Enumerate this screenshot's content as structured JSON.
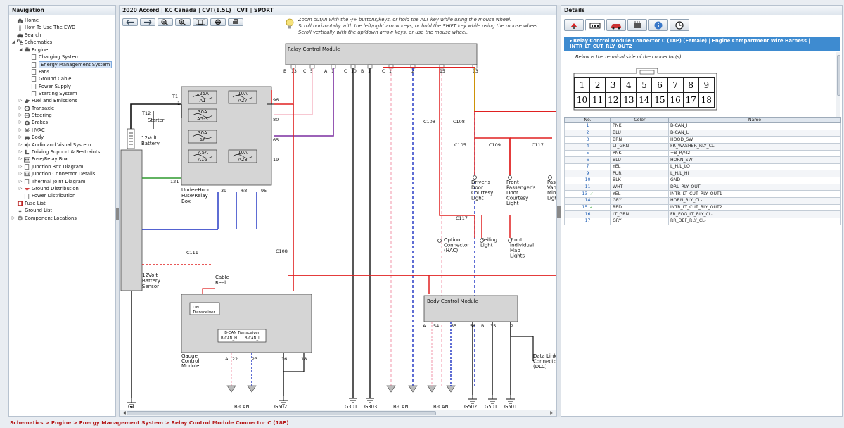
{
  "nav": {
    "title": "Navigation",
    "items": [
      {
        "label": "Home",
        "level": 0,
        "toggle": "",
        "icon": "home-icon"
      },
      {
        "label": "How To Use The EWD",
        "level": 0,
        "toggle": "",
        "icon": "info-icon"
      },
      {
        "label": "Search",
        "level": 0,
        "toggle": "",
        "icon": "binoculars-icon"
      },
      {
        "label": "Schematics",
        "level": 0,
        "toggle": "◢",
        "icon": "schematic-icon"
      },
      {
        "label": "Engine",
        "level": 1,
        "toggle": "◢",
        "icon": "engine-icon"
      },
      {
        "label": "Charging System",
        "level": 2,
        "toggle": "",
        "icon": "doc-icon"
      },
      {
        "label": "Energy Management System",
        "level": 2,
        "toggle": "",
        "icon": "doc-icon",
        "selected": true
      },
      {
        "label": "Fans",
        "level": 2,
        "toggle": "",
        "icon": "doc-icon"
      },
      {
        "label": "Ground Cable",
        "level": 2,
        "toggle": "",
        "icon": "doc-icon"
      },
      {
        "label": "Power Supply",
        "level": 2,
        "toggle": "",
        "icon": "doc-icon"
      },
      {
        "label": "Starting System",
        "level": 2,
        "toggle": "",
        "icon": "doc-icon"
      },
      {
        "label": "Fuel and Emissions",
        "level": 1,
        "toggle": "▷",
        "icon": "fuel-icon"
      },
      {
        "label": "Transaxle",
        "level": 1,
        "toggle": "▷",
        "icon": "gear-icon"
      },
      {
        "label": "Steering",
        "level": 1,
        "toggle": "▷",
        "icon": "steering-icon"
      },
      {
        "label": "Brakes",
        "level": 1,
        "toggle": "▷",
        "icon": "brake-icon"
      },
      {
        "label": "HVAC",
        "level": 1,
        "toggle": "▷",
        "icon": "hvac-icon"
      },
      {
        "label": "Body",
        "level": 1,
        "toggle": "▷",
        "icon": "car-icon"
      },
      {
        "label": "Audio and Visual System",
        "level": 1,
        "toggle": "▷",
        "icon": "audio-icon"
      },
      {
        "label": "Driving Support & Restraints",
        "level": 1,
        "toggle": "▷",
        "icon": "seat-icon"
      },
      {
        "label": "Fuse/Relay Box",
        "level": 1,
        "toggle": "▷",
        "icon": "fuse-box-icon"
      },
      {
        "label": "Junction Box Diagram",
        "level": 1,
        "toggle": "▷",
        "icon": "doc-icon"
      },
      {
        "label": "Junction Connector Details",
        "level": 1,
        "toggle": "▷",
        "icon": "connector-icon"
      },
      {
        "label": "Thermal Joint Diagram",
        "level": 1,
        "toggle": "▷",
        "icon": "doc-icon"
      },
      {
        "label": "Ground Distribution",
        "level": 1,
        "toggle": "▷",
        "icon": "ground-icon"
      },
      {
        "label": "Power Distribution",
        "level": 1,
        "toggle": "",
        "icon": "doc-icon"
      },
      {
        "label": "Fuse List",
        "level": 0,
        "toggle": "",
        "icon": "fuse-icon"
      },
      {
        "label": "Ground List",
        "level": 0,
        "toggle": "",
        "icon": "ground-icon"
      },
      {
        "label": "Component Locations",
        "level": 0,
        "toggle": "▷",
        "icon": "location-icon"
      }
    ]
  },
  "main": {
    "title": "2020 Accord | KC Canada | CVT(1.5L) | CVT | SPORT",
    "hint": [
      "Zoom out/in with the -/+ buttons/keys, or hold the ALT key while using the mouse wheel.",
      "Scroll horizontally with the left/right arrow keys, or hold the SHIFT key while using the mouse wheel.",
      "Scroll vertically with the up/down arrow keys, or use the mouse wheel."
    ],
    "toolbar": [
      "back-icon",
      "forward-icon",
      "zoom-out-icon",
      "zoom-in-icon",
      "fit-icon",
      "locate-icon",
      "print-icon"
    ]
  },
  "diagram": {
    "relay_module": "Relay Control Module",
    "relay_pins": [
      "B",
      "13",
      "C",
      "5",
      "A",
      "1",
      "C",
      "10",
      "B",
      "1",
      "C",
      "1",
      "2",
      "15",
      "13"
    ],
    "underhood": [
      "Under-Hood",
      "Fuse/Relay",
      "Box"
    ],
    "fuses": [
      {
        "amp": "125A",
        "name": "A1"
      },
      {
        "amp": "10A",
        "name": "A27"
      },
      {
        "amp": "30A",
        "name": "A5-3"
      },
      {
        "amp": "30A",
        "name": "A6"
      },
      {
        "amp": "7.5A",
        "name": "A16"
      },
      {
        "amp": "10A",
        "name": "A28"
      }
    ],
    "uh_pins": [
      "T1",
      "1",
      "96",
      "80",
      "65",
      "19",
      "121",
      "39",
      "68",
      "95"
    ],
    "battery": [
      "12Volt",
      "Battery"
    ],
    "battery_sensor": [
      "12Volt",
      "Battery",
      "Sensor"
    ],
    "starter": "Starter",
    "t12": "T12",
    "cable_reel": [
      "Cable",
      "Reel"
    ],
    "c111": "C111",
    "c108": "C108",
    "c105": "C105",
    "c109": "C109",
    "c117": "C117",
    "gauge": {
      "title": [
        "Gauge",
        "Control",
        "Module"
      ],
      "lin": [
        "LIN",
        "Transceiver"
      ],
      "bcan": "B-CAN Transceiver",
      "bh": "B-CAN_H",
      "bl": "B-CAN_L",
      "pins": [
        "A",
        "22",
        "23",
        "16",
        "18"
      ]
    },
    "bcm": {
      "title": "Body Control Module",
      "pins": [
        "A",
        "54",
        "55",
        "56",
        "B",
        "35",
        "2"
      ]
    },
    "lights": [
      [
        "Driver's",
        "Door",
        "Courtesy",
        "Light"
      ],
      [
        "Front",
        "Passenger's",
        "Door",
        "Courtesy",
        "Light"
      ],
      [
        "Pas",
        "Van",
        "Min",
        "Ligh"
      ],
      [
        "Option",
        "Connector",
        "(HAC)"
      ],
      [
        "Ceiling",
        "Light"
      ],
      [
        "Front",
        "Individual",
        "Map",
        "Lights"
      ],
      [
        "Data Link",
        "Connector",
        "(DLC)"
      ]
    ],
    "grounds": [
      "G1",
      "B-CAN",
      "G502",
      "G301",
      "G303",
      "B-CAN",
      "B-CAN",
      "G502",
      "G501",
      "G501"
    ],
    "wire_colors": {
      "red": "#e02020",
      "purple": "#7b2ea0",
      "blue": "#1a2fc2",
      "yellow": "#c9b800",
      "green": "#2e9a2e",
      "pink": "#f2a6b8",
      "black": "#111111",
      "white": "#d7d7d7",
      "dashed_blue": "#1a2fc2"
    }
  },
  "details": {
    "title": "Details",
    "tabs": [
      "connector-pin-icon",
      "connector-view-icon",
      "vehicle-location-icon",
      "harness-icon",
      "info-icon",
      "history-icon"
    ],
    "connector_title": "Relay Control Module Connector C (18P) (Female) | Engine Compartment Wire Harness | INTR_LT_CUT_RLY_OUT2",
    "terminal_note": "Below is the terminal side of the connector(s).",
    "pins_row1": [
      "1",
      "2",
      "3",
      "4",
      "5",
      "6",
      "7",
      "8",
      "9"
    ],
    "pins_row2": [
      "10",
      "11",
      "12",
      "13",
      "14",
      "15",
      "16",
      "17",
      "18"
    ],
    "table": {
      "headers": [
        "No.",
        "Color",
        "Name"
      ],
      "rows": [
        {
          "no": "1",
          "color": "PNK",
          "name": "B-CAN_H",
          "check": false
        },
        {
          "no": "2",
          "color": "BLU",
          "name": "B-CAN_L",
          "check": false
        },
        {
          "no": "3",
          "color": "BRN",
          "name": "HOOD_SW",
          "check": false
        },
        {
          "no": "4",
          "color": "LT_GRN",
          "name": "FR_WASHER_RLY_CL-",
          "check": false
        },
        {
          "no": "5",
          "color": "PNK",
          "name": "+B_R/M2",
          "check": false
        },
        {
          "no": "6",
          "color": "BLU",
          "name": "HORN_SW",
          "check": false
        },
        {
          "no": "7",
          "color": "YEL",
          "name": "L_H/L_LO",
          "check": false
        },
        {
          "no": "9",
          "color": "PUR",
          "name": "L_H/L_HI",
          "check": false
        },
        {
          "no": "10",
          "color": "BLK",
          "name": "GND",
          "check": false
        },
        {
          "no": "11",
          "color": "WHT",
          "name": "DRL_RLY_OUT",
          "check": false
        },
        {
          "no": "13",
          "color": "YEL",
          "name": "INTR_LT_CUT_RLY_OUT1",
          "check": true
        },
        {
          "no": "14",
          "color": "GRY",
          "name": "HORN_RLY_CL-",
          "check": false
        },
        {
          "no": "15",
          "color": "RED",
          "name": "INTR_LT_CUT_RLY_OUT2",
          "check": true
        },
        {
          "no": "16",
          "color": "LT_GRN",
          "name": "FR_FOG_LT_RLY_CL-",
          "check": false
        },
        {
          "no": "17",
          "color": "GRY",
          "name": "RR_DEF_RLY_CL-",
          "check": false
        }
      ]
    }
  },
  "breadcrumb": "Schematics > Engine > Energy Management System > Relay Control Module Connector C (18P)"
}
